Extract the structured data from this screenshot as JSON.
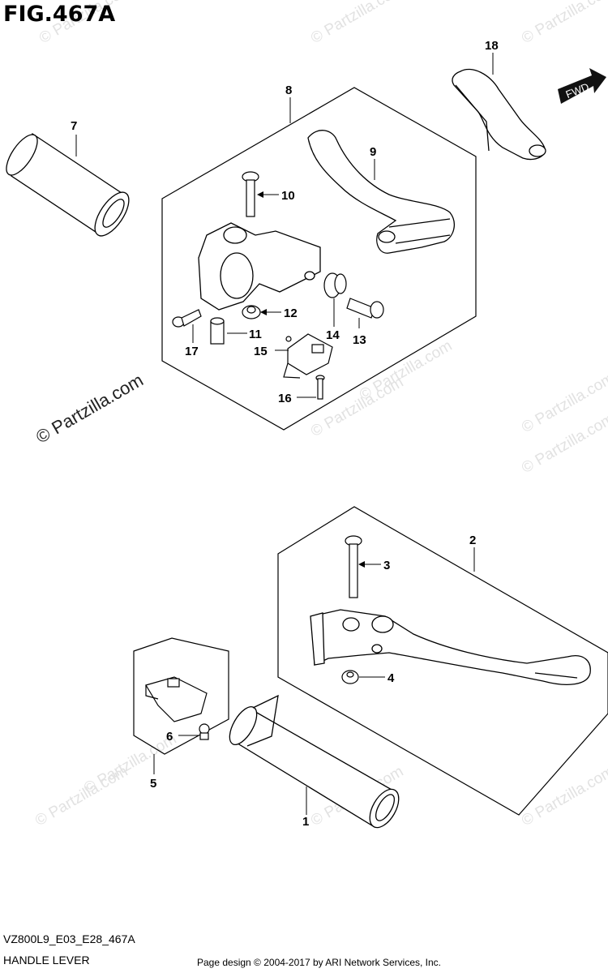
{
  "figure": {
    "title": "FIG.467A"
  },
  "footer": {
    "model_code": "VZ800L9_E03_E28_467A",
    "section_name": "HANDLE LEVER",
    "credit": "Page design © 2004-2017 by ARI Network Services, Inc."
  },
  "watermark": {
    "text": "© Partzilla.com"
  },
  "direction_label": "FWD",
  "callouts": [
    {
      "id": "c1",
      "label": "1"
    },
    {
      "id": "c2",
      "label": "2"
    },
    {
      "id": "c3",
      "label": "3"
    },
    {
      "id": "c4",
      "label": "4"
    },
    {
      "id": "c5",
      "label": "5"
    },
    {
      "id": "c6",
      "label": "6"
    },
    {
      "id": "c7",
      "label": "7"
    },
    {
      "id": "c8",
      "label": "8"
    },
    {
      "id": "c9",
      "label": "9"
    },
    {
      "id": "c10",
      "label": "10"
    },
    {
      "id": "c11",
      "label": "11"
    },
    {
      "id": "c12",
      "label": "12"
    },
    {
      "id": "c13",
      "label": "13"
    },
    {
      "id": "c14",
      "label": "14"
    },
    {
      "id": "c15",
      "label": "15"
    },
    {
      "id": "c16",
      "label": "16"
    },
    {
      "id": "c17",
      "label": "17"
    },
    {
      "id": "c18",
      "label": "18"
    }
  ]
}
